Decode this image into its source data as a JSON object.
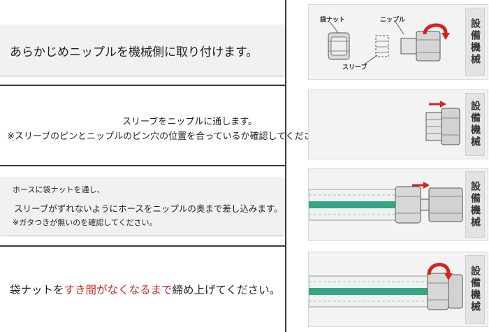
{
  "steps": [
    {
      "lines": [
        "あらかじめニップルを機械側に取り付けます。"
      ]
    },
    {
      "lines": [
        "スリーブをニップルに通します。",
        "※スリーブのピンとニップルのピン穴の位置を合っているか確認してください。"
      ]
    },
    {
      "lines": [
        "ホースに袋ナットを通し、",
        "スリーブがずれないようにホースをニップルの奥まで差し込みます。",
        "※ガタつきが無いのを確認してください。"
      ]
    },
    {
      "segments": [
        "袋ナットを",
        "すき間がなくなるまで",
        "締め上げてください。"
      ]
    }
  ],
  "diagram": {
    "equipment_label": "設備機械",
    "labels": {
      "nut": "袋ナット",
      "nipple": "ニップル",
      "sleeve": "スリーブ"
    }
  },
  "colors": {
    "accent_red": "#d4231f",
    "hose_green": "#36a585",
    "divider": "#3a3a3a"
  }
}
